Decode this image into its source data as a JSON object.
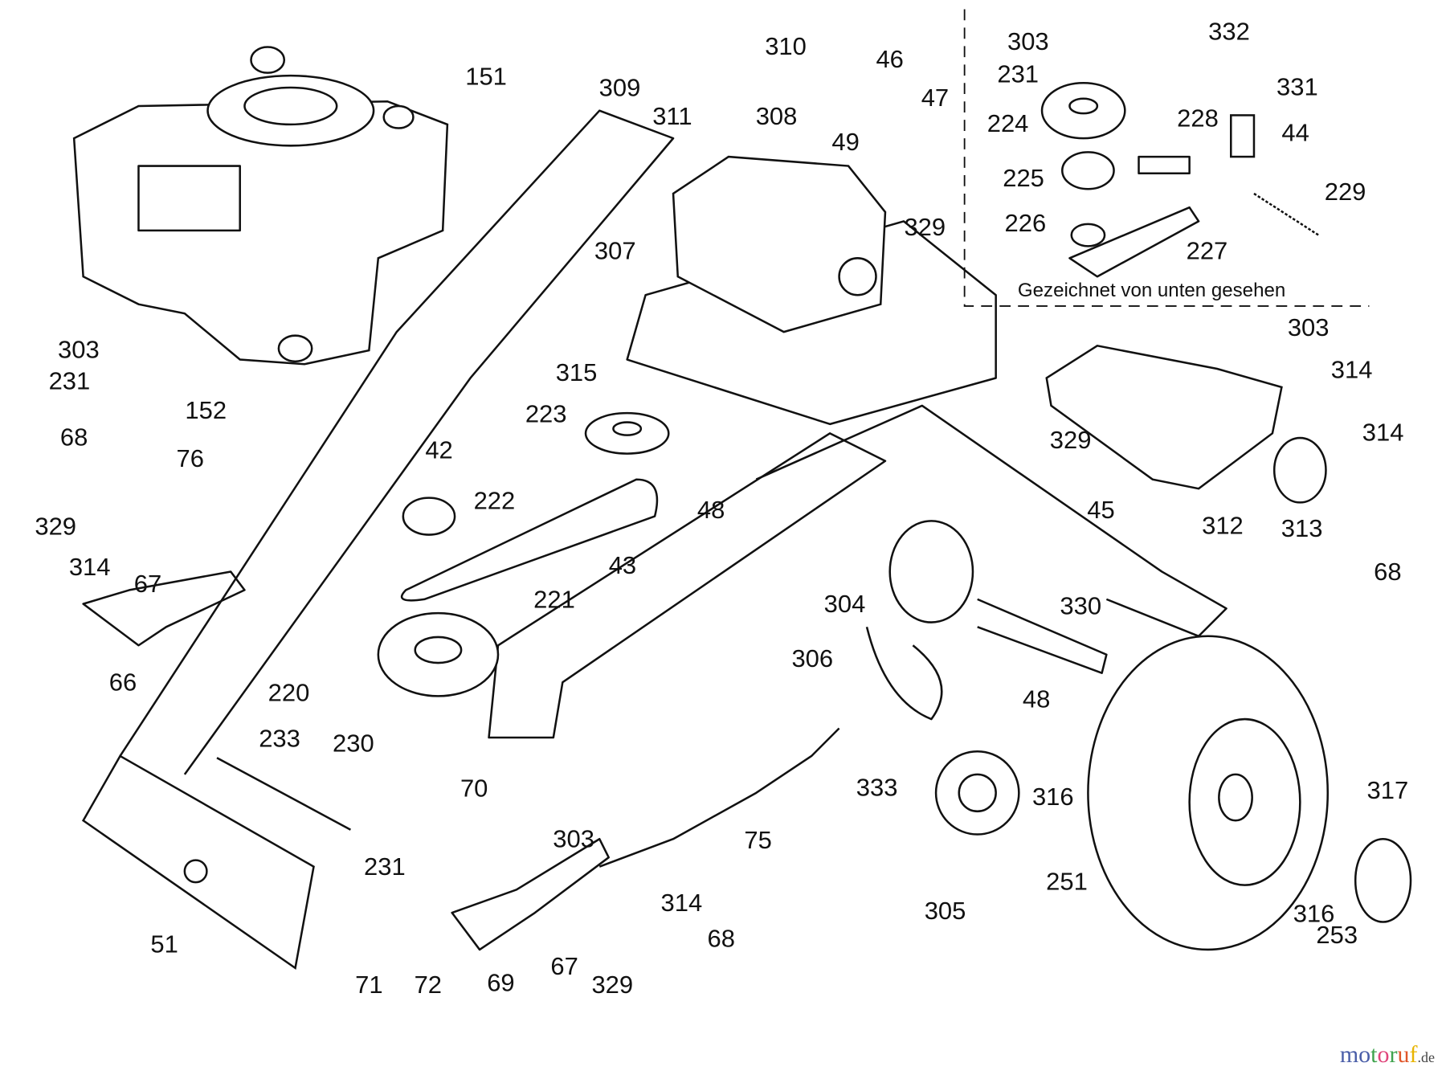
{
  "diagram": {
    "caption": "Gezeichnet von unten gesehen",
    "labels": [
      "151",
      "310",
      "46",
      "309",
      "308",
      "47",
      "311",
      "49",
      "329",
      "307",
      "303",
      "231",
      "152",
      "68",
      "76",
      "329",
      "314",
      "67",
      "66",
      "42",
      "222",
      "315",
      "223",
      "221",
      "43",
      "48",
      "220",
      "233",
      "230",
      "51",
      "71",
      "72",
      "69",
      "231",
      "70",
      "303",
      "75",
      "67",
      "314",
      "329",
      "68",
      "304",
      "330",
      "306",
      "48",
      "333",
      "305",
      "316",
      "251",
      "317",
      "316",
      "253",
      "303",
      "314",
      "329",
      "314",
      "45",
      "312",
      "313",
      "68"
    ],
    "inset_labels": [
      "303",
      "332",
      "231",
      "331",
      "224",
      "228",
      "44",
      "225",
      "229",
      "226",
      "227"
    ]
  },
  "watermark": {
    "letters": [
      "m",
      "o",
      "t",
      "o",
      "r",
      "u",
      "f"
    ],
    "suffix": ".de",
    "colors": [
      "#4a5ea8",
      "#4a5ea8",
      "#3fa34d",
      "#e0457b",
      "#3fa34d",
      "#e0562a",
      "#e8b400"
    ]
  }
}
